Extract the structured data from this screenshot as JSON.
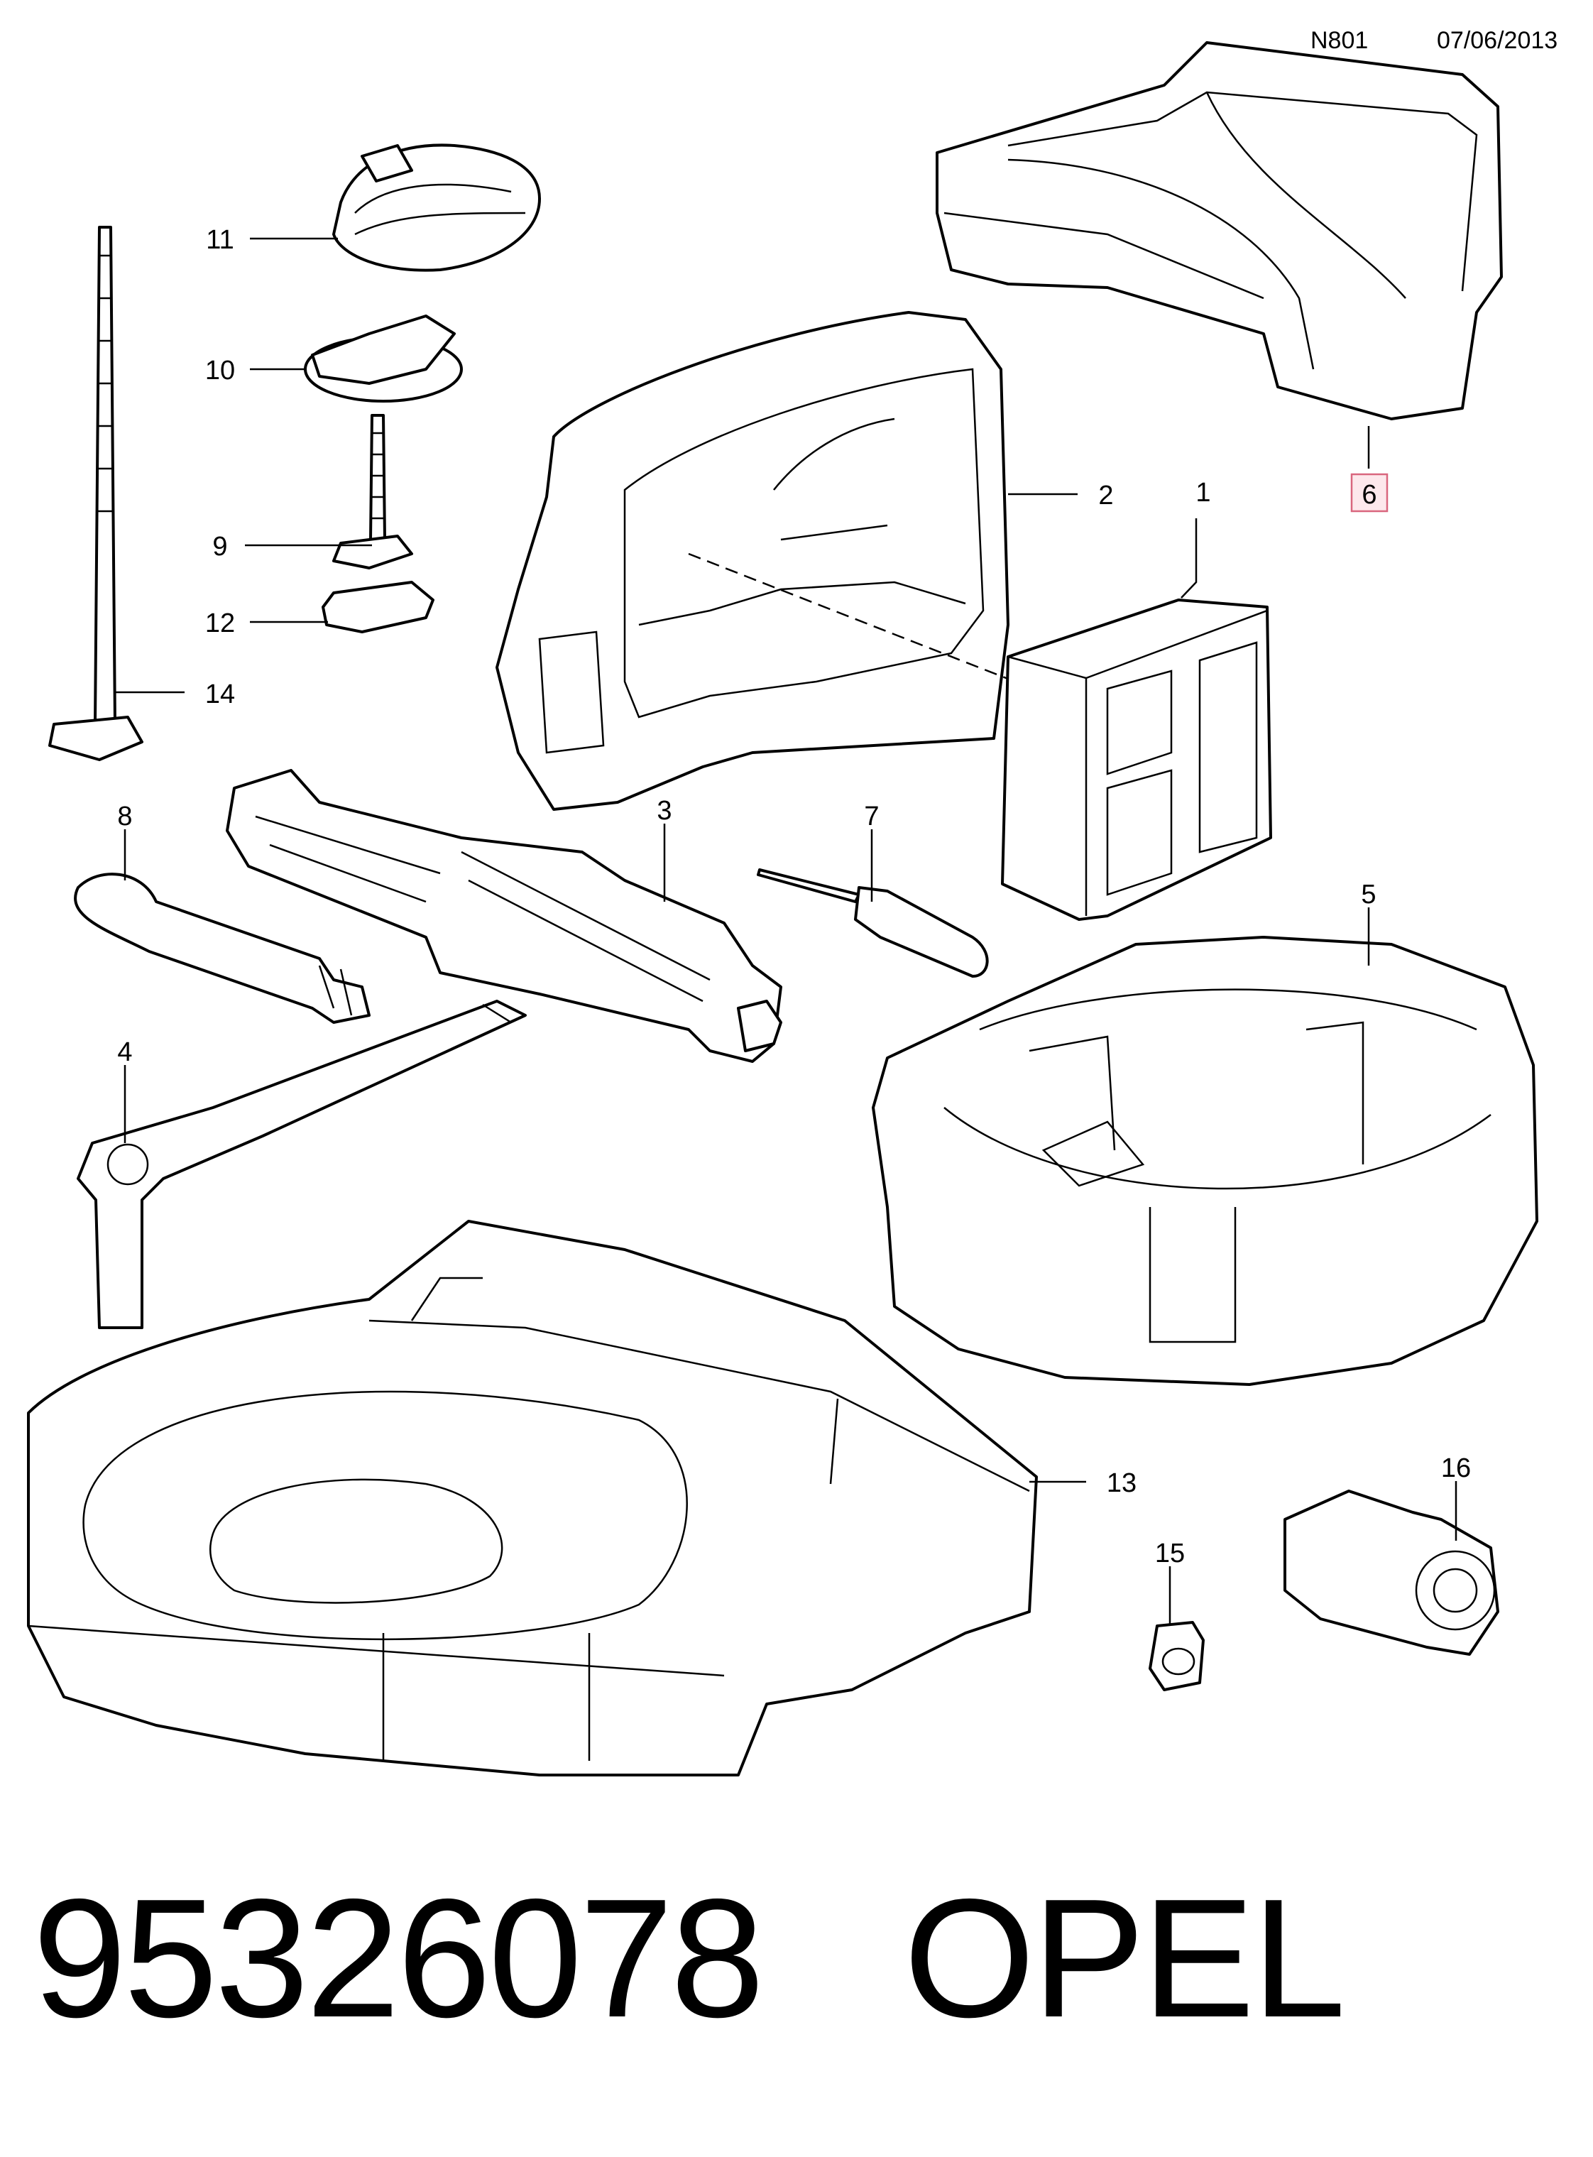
{
  "header": {
    "code": "N801",
    "date": "07/06/2013"
  },
  "callouts": {
    "c1": "1",
    "c2": "2",
    "c3": "3",
    "c4": "4",
    "c5": "5",
    "c6": "6",
    "c7": "7",
    "c8": "8",
    "c9": "9",
    "c10": "10",
    "c11": "11",
    "c12": "12",
    "c13": "13",
    "c14": "14",
    "c15": "15",
    "c16": "16"
  },
  "highlighted_callout": "6",
  "footer": {
    "part_number": "95326078",
    "brand": "OPEL"
  },
  "colors": {
    "highlight_fill": "#fde8ec",
    "highlight_border": "#d9667e",
    "line": "#000000"
  }
}
